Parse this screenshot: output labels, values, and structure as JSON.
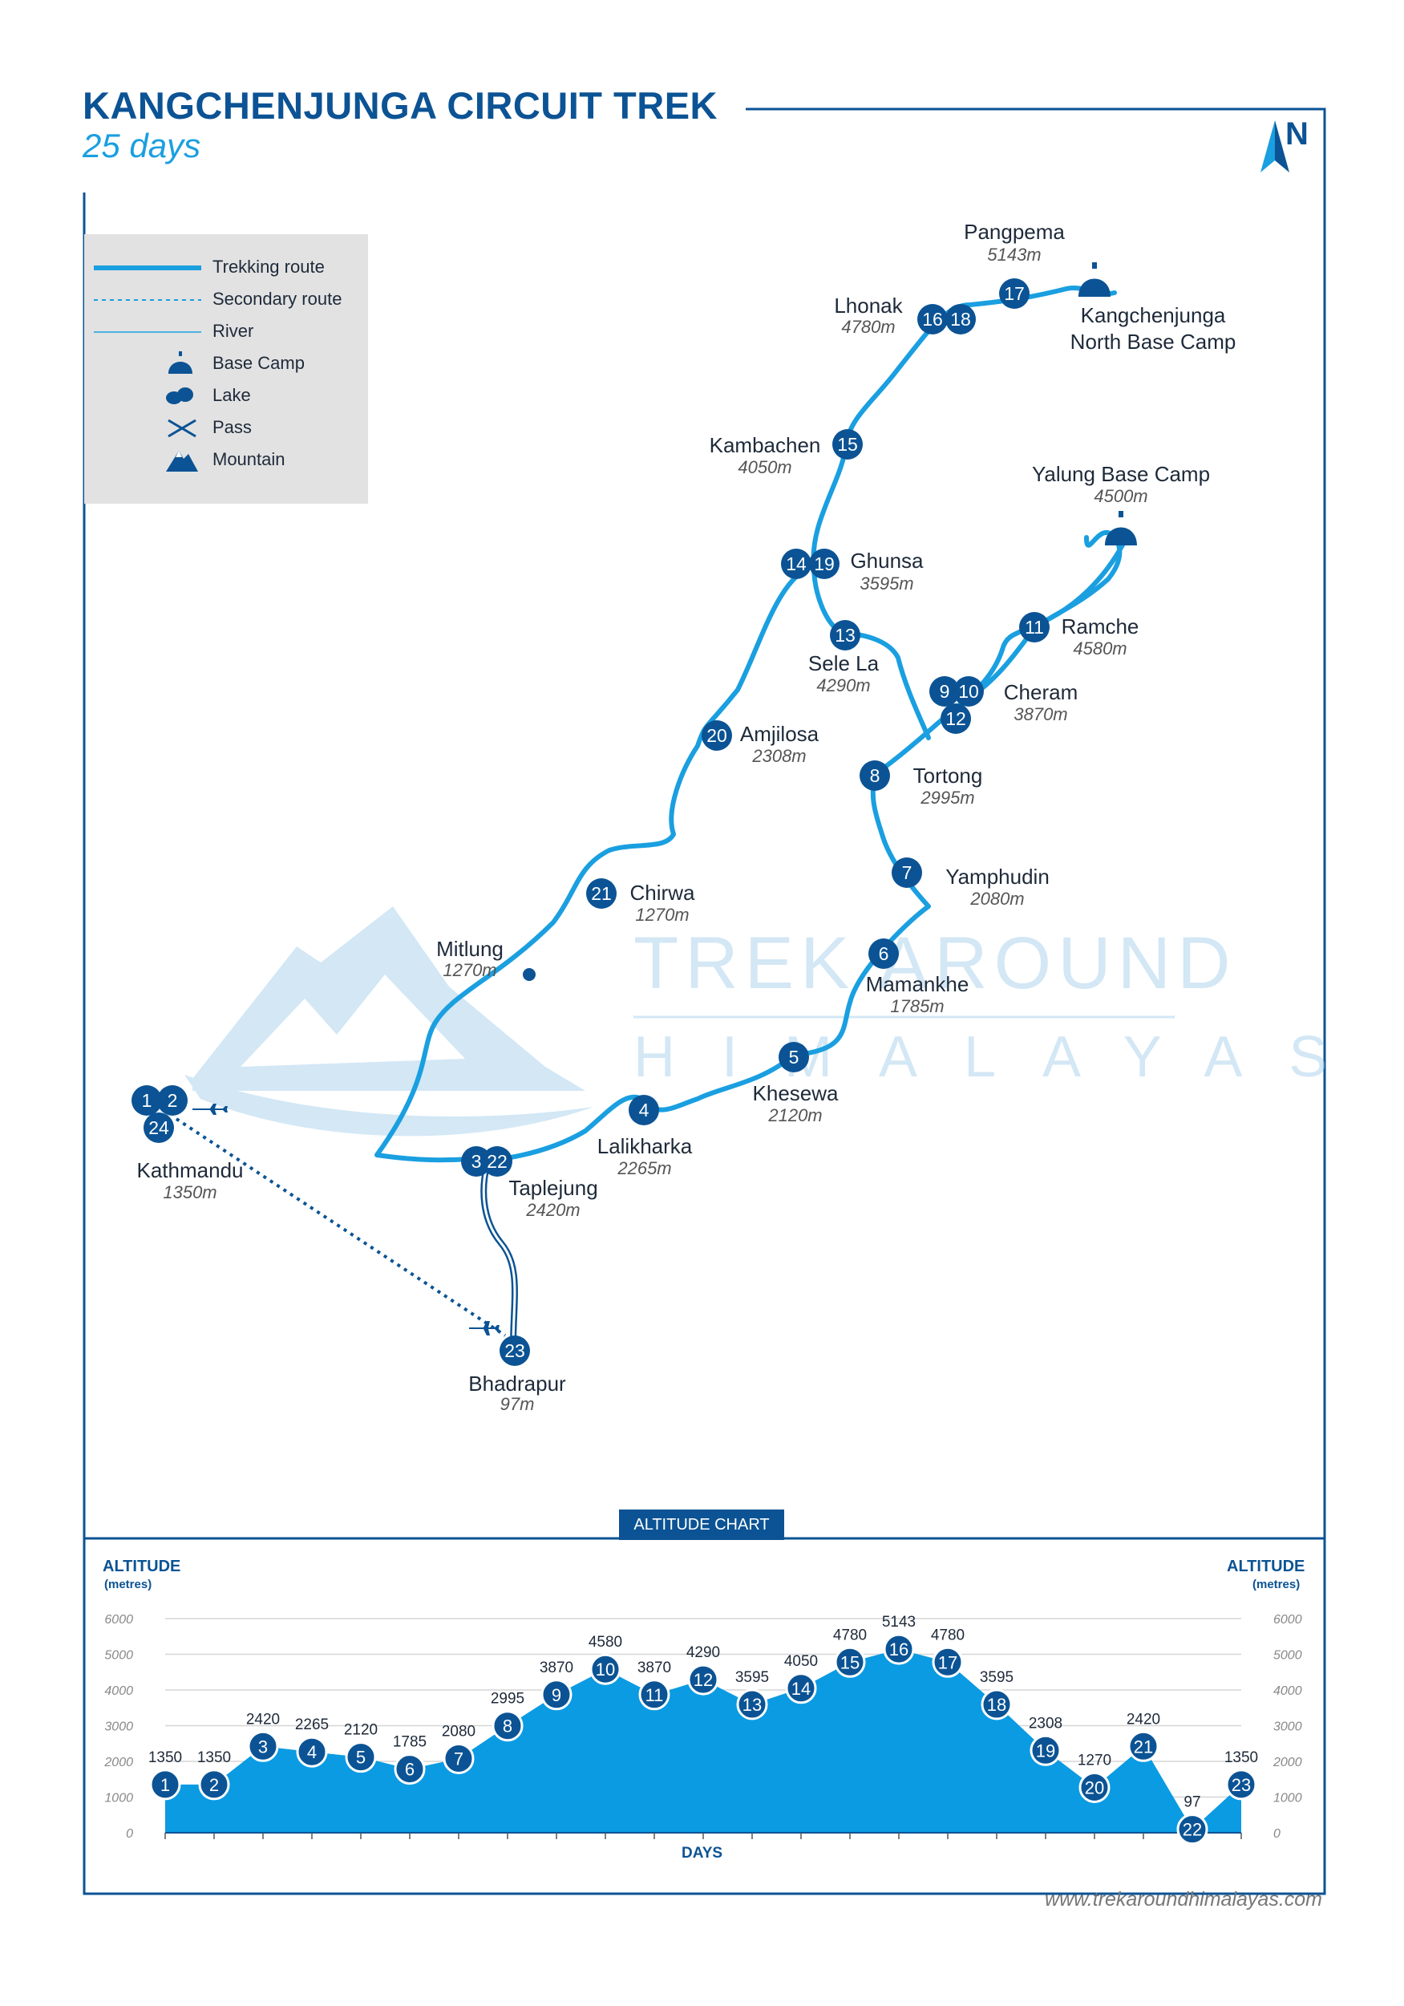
{
  "header": {
    "title": "KANGCHENJUNGA CIRCUIT TREK",
    "subtitle": "25 days"
  },
  "compass": {
    "letter": "N"
  },
  "legend": {
    "items": [
      {
        "label": "Trekking route",
        "icon": "trekking-route-line"
      },
      {
        "label": "Secondary route",
        "icon": "secondary-route-line"
      },
      {
        "label": "River",
        "icon": "river-line"
      },
      {
        "label": "Base Camp",
        "icon": "base-camp-icon"
      },
      {
        "label": "Lake",
        "icon": "lake-icon"
      },
      {
        "label": "Pass",
        "icon": "pass-icon"
      },
      {
        "label": "Mountain",
        "icon": "mountain-icon"
      }
    ]
  },
  "watermark": {
    "line1": "TREK AROUND",
    "line2": "HIMALAYAS"
  },
  "map": {
    "places": [
      {
        "name": "Pangpema",
        "elevation": "5143m"
      },
      {
        "name": "Lhonak",
        "elevation": "4780m"
      },
      {
        "name": "Kangchenjunga",
        "name2": "North Base Camp"
      },
      {
        "name": "Kambachen",
        "elevation": "4050m"
      },
      {
        "name": "Yalung Base Camp",
        "elevation": "4500m"
      },
      {
        "name": "Ghunsa",
        "elevation": "3595m"
      },
      {
        "name": "Ramche",
        "elevation": "4580m"
      },
      {
        "name": "Sele La",
        "elevation": "4290m"
      },
      {
        "name": "Cheram",
        "elevation": "3870m"
      },
      {
        "name": "Amjilosa",
        "elevation": "2308m"
      },
      {
        "name": "Tortong",
        "elevation": "2995m"
      },
      {
        "name": "Yamphudin",
        "elevation": "2080m"
      },
      {
        "name": "Chirwa",
        "elevation": "1270m"
      },
      {
        "name": "Mitlung",
        "elevation": "1270m"
      },
      {
        "name": "Mamankhe",
        "elevation": "1785m"
      },
      {
        "name": "Khesewa",
        "elevation": "2120m"
      },
      {
        "name": "Lalikharka",
        "elevation": "2265m"
      },
      {
        "name": "Kathmandu",
        "elevation": "1350m"
      },
      {
        "name": "Taplejung",
        "elevation": "2420m"
      },
      {
        "name": "Bhadrapur",
        "elevation": "97m"
      }
    ],
    "markers": [
      "1",
      "2",
      "24",
      "3",
      "22",
      "23",
      "4",
      "5",
      "6",
      "7",
      "8",
      "9",
      "10",
      "12",
      "11",
      "13",
      "14",
      "19",
      "20",
      "21",
      "15",
      "16",
      "18",
      "17"
    ]
  },
  "chart": {
    "badge": "ALTITUDE CHART",
    "y_title": "ALTITUDE",
    "y_unit": "(metres)",
    "x_title": "DAYS"
  },
  "chart_data": {
    "type": "area",
    "title": "ALTITUDE CHART",
    "xlabel": "DAYS",
    "ylabel": "ALTITUDE (metres)",
    "ylim": [
      0,
      6000
    ],
    "yticks": [
      0,
      1000,
      2000,
      3000,
      4000,
      5000,
      6000
    ],
    "x": [
      1,
      2,
      3,
      4,
      5,
      6,
      7,
      8,
      9,
      10,
      11,
      12,
      13,
      14,
      15,
      16,
      17,
      18,
      19,
      20,
      21,
      22,
      23
    ],
    "values": [
      1350,
      1350,
      2420,
      2265,
      2120,
      1785,
      2080,
      2995,
      3870,
      4580,
      3870,
      4290,
      3595,
      4050,
      4780,
      5143,
      4780,
      3595,
      2308,
      1270,
      2420,
      97,
      1350
    ],
    "grid": true,
    "color": "#0a9be3"
  },
  "footer": {
    "website": "www.trekaroundhimalayas.com"
  },
  "colors": {
    "navy": "#0b5394",
    "route": "#1a9fe0",
    "fill": "#0a9be3",
    "grid": "#cccccc"
  }
}
